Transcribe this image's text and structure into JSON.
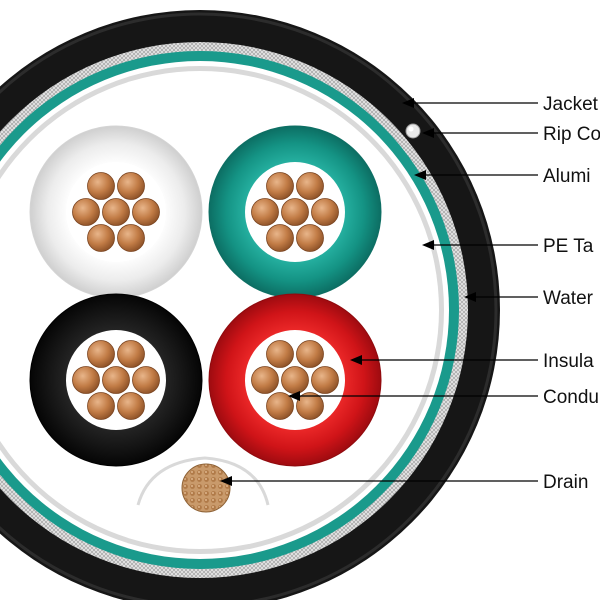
{
  "labels": {
    "jacket": "Jacket",
    "rip_cord": "Rip Co",
    "aluminum": "Alumi",
    "pe_tape": "PE Ta",
    "water": "Water",
    "insulation": "Insula",
    "conductor": "Condu",
    "drain": "Drain"
  },
  "colors": {
    "jacket": "#161616",
    "teal": "#1a9a8c",
    "white_core": "#f2f2f2",
    "red_core": "#d8161c",
    "black_core": "#141414",
    "copper": "#c8844e",
    "pe_tape": "#d9d9d9",
    "fill": "#ffffff"
  }
}
